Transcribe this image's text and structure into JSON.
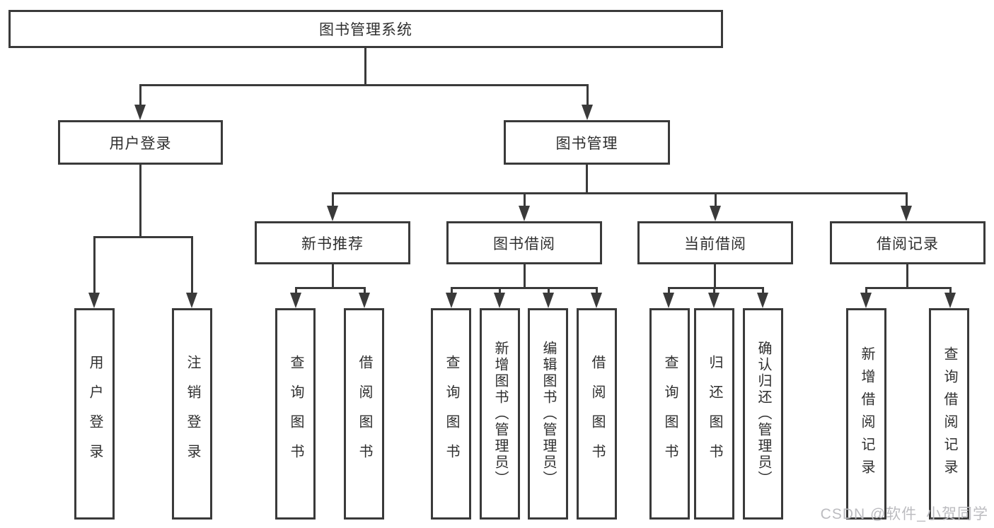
{
  "diagram": {
    "title": "图书管理系统",
    "level2": [
      {
        "label": "用户登录"
      },
      {
        "label": "图书管理"
      }
    ],
    "level3": [
      {
        "label": "新书推荐"
      },
      {
        "label": "图书借阅"
      },
      {
        "label": "当前借阅"
      },
      {
        "label": "借阅记录"
      }
    ],
    "leaves": [
      {
        "label": "用户登录",
        "parent": "用户登录"
      },
      {
        "label": "注销登录",
        "parent": "用户登录"
      },
      {
        "label": "查询图书",
        "parent": "新书推荐"
      },
      {
        "label": "借阅图书",
        "parent": "新书推荐"
      },
      {
        "label": "查询图书",
        "parent": "图书借阅"
      },
      {
        "label": "新增图书（管理员）",
        "parent": "图书借阅"
      },
      {
        "label": "编辑图书（管理员）",
        "parent": "图书借阅"
      },
      {
        "label": "借阅图书",
        "parent": "图书借阅"
      },
      {
        "label": "查询图书",
        "parent": "当前借阅"
      },
      {
        "label": "归还图书",
        "parent": "当前借阅"
      },
      {
        "label": "确认归还（管理员）",
        "parent": "当前借阅"
      },
      {
        "label": "新增借阅记录",
        "parent": "借阅记录"
      },
      {
        "label": "查询借阅记录",
        "parent": "借阅记录"
      }
    ],
    "colors": {
      "line": "#3a3a3a",
      "text": "#2f2f2f",
      "background": "#ffffff",
      "watermark": "#bcbcc0"
    },
    "watermark": "CSDN @软件_小贺同学"
  }
}
